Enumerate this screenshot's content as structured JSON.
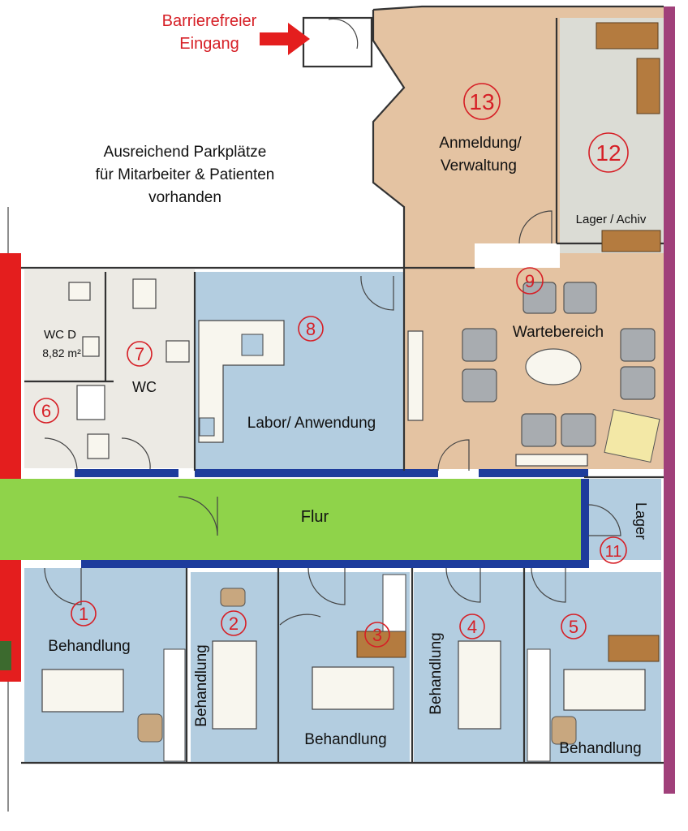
{
  "colors": {
    "corridor": "#8fd34a",
    "treatment": "#b3cde0",
    "reception": "#e4c3a2",
    "storage": "#dbdcd5",
    "wc_tile": "#eceae4",
    "outer_wall": "#e41e1e",
    "east_wall": "#a0407a",
    "wall_blue": "#1d3c9c",
    "number": "#d61f26"
  },
  "entrance": {
    "line1": "Barrierefreier",
    "line2": "Eingang"
  },
  "parking": {
    "line1": "Ausreichend Parkplätze",
    "line2": "für Mitarbeiter & Patienten",
    "line3": "vorhanden"
  },
  "rooms": {
    "r13": {
      "number": "13",
      "line1": "Anmeldung/",
      "line2": "Verwaltung"
    },
    "r12": {
      "number": "12",
      "label": "Lager / Achiv"
    },
    "r9": {
      "number": "9",
      "label": "Wartebereich"
    },
    "r8": {
      "number": "8",
      "label": "Labor/ Anwendung"
    },
    "r7": {
      "number": "7",
      "label": "WC"
    },
    "r6": {
      "number": "6",
      "line1": "WC D",
      "line2": "8,82 m²"
    },
    "flur": {
      "label": "Flur"
    },
    "r11": {
      "number": "11",
      "label": "Lager"
    },
    "r1": {
      "number": "1",
      "label": "Behandlung"
    },
    "r2": {
      "number": "2",
      "label": "Behandlung"
    },
    "r3": {
      "number": "3",
      "label": "Behandlung"
    },
    "r4": {
      "number": "4",
      "label": "Behandlung"
    },
    "r5": {
      "number": "5",
      "label": "Behandlung"
    }
  }
}
